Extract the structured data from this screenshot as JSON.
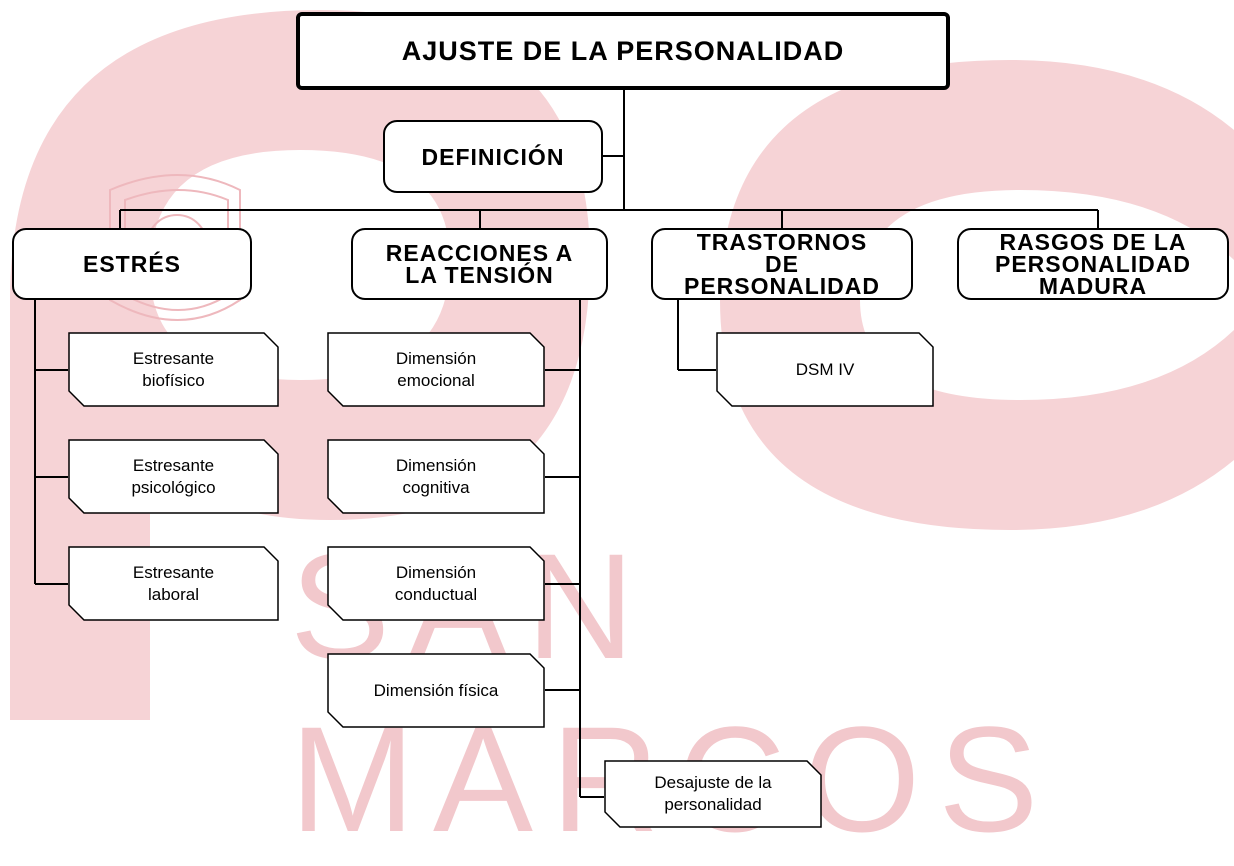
{
  "diagram": {
    "root": "AJUSTE DE LA PERSONALIDAD",
    "definition": "DEFINICIÓN",
    "branches": {
      "estres": {
        "label": "ESTRÉS",
        "children": [
          "Estresante\nbiofísico",
          "Estresante\npsicológico",
          "Estresante\nlaboral"
        ]
      },
      "reacciones": {
        "label": "REACCIONES A\nLA TENSIÓN",
        "children": [
          "Dimensión\nemocional",
          "Dimensión\ncognitiva",
          "Dimensión\nconductual",
          "Dimensión física"
        ],
        "extra": "Desajuste de la\npersonalidad"
      },
      "trastornos": {
        "label": "TRASTORNOS\nDE\nPERSONALIDAD",
        "children": [
          "DSM IV"
        ]
      },
      "rasgos": {
        "label": "RASGOS DE LA\nPERSONALIDAD\nMADURA"
      }
    }
  },
  "watermark": {
    "text": "SAN MARCOS",
    "color": "#f2c8cc"
  },
  "colors": {
    "line": "#000000",
    "box_fill": "#ffffff",
    "watermark": "#f2c8cc"
  }
}
